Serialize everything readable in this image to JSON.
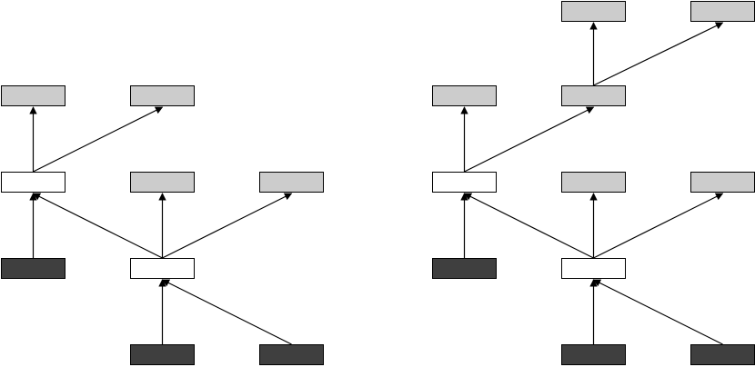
{
  "colors": {
    "background": "#ffffff",
    "stroke": "#000000",
    "fill_light": "#cccccc",
    "fill_white": "#ffffff",
    "fill_dark": "#3f3f3f"
  },
  "node_styles": {
    "light": "fill_light",
    "white": "fill_white",
    "dark": "fill_dark"
  },
  "diagrams": [
    {
      "id": "left-diagram",
      "nodes": [
        {
          "id": "L1",
          "style": "light"
        },
        {
          "id": "L2",
          "style": "light"
        },
        {
          "id": "W1",
          "style": "white"
        },
        {
          "id": "L3",
          "style": "light"
        },
        {
          "id": "L4",
          "style": "light"
        },
        {
          "id": "D1",
          "style": "dark"
        },
        {
          "id": "W2",
          "style": "white"
        },
        {
          "id": "D2",
          "style": "dark"
        },
        {
          "id": "D3",
          "style": "dark"
        }
      ],
      "edges": [
        {
          "from": "W1",
          "to": "L1"
        },
        {
          "from": "W1",
          "to": "L2"
        },
        {
          "from": "D1",
          "to": "W1"
        },
        {
          "from": "W2",
          "to": "W1"
        },
        {
          "from": "W2",
          "to": "L3"
        },
        {
          "from": "W2",
          "to": "L4"
        },
        {
          "from": "D2",
          "to": "W2"
        },
        {
          "from": "D3",
          "to": "W2"
        }
      ]
    },
    {
      "id": "right-diagram",
      "nodes": [
        {
          "id": "L5",
          "style": "light"
        },
        {
          "id": "L6",
          "style": "light"
        },
        {
          "id": "L1",
          "style": "light"
        },
        {
          "id": "L2",
          "style": "light"
        },
        {
          "id": "W1",
          "style": "white"
        },
        {
          "id": "L3",
          "style": "light"
        },
        {
          "id": "L4",
          "style": "light"
        },
        {
          "id": "D1",
          "style": "dark"
        },
        {
          "id": "W2",
          "style": "white"
        },
        {
          "id": "D2",
          "style": "dark"
        },
        {
          "id": "D3",
          "style": "dark"
        }
      ],
      "edges": [
        {
          "from": "L2",
          "to": "L5"
        },
        {
          "from": "L2",
          "to": "L6"
        },
        {
          "from": "W1",
          "to": "L1"
        },
        {
          "from": "W1",
          "to": "L2"
        },
        {
          "from": "D1",
          "to": "W1"
        },
        {
          "from": "W2",
          "to": "W1"
        },
        {
          "from": "W2",
          "to": "L3"
        },
        {
          "from": "W2",
          "to": "L4"
        },
        {
          "from": "D2",
          "to": "W2"
        },
        {
          "from": "D3",
          "to": "W2"
        }
      ]
    }
  ]
}
